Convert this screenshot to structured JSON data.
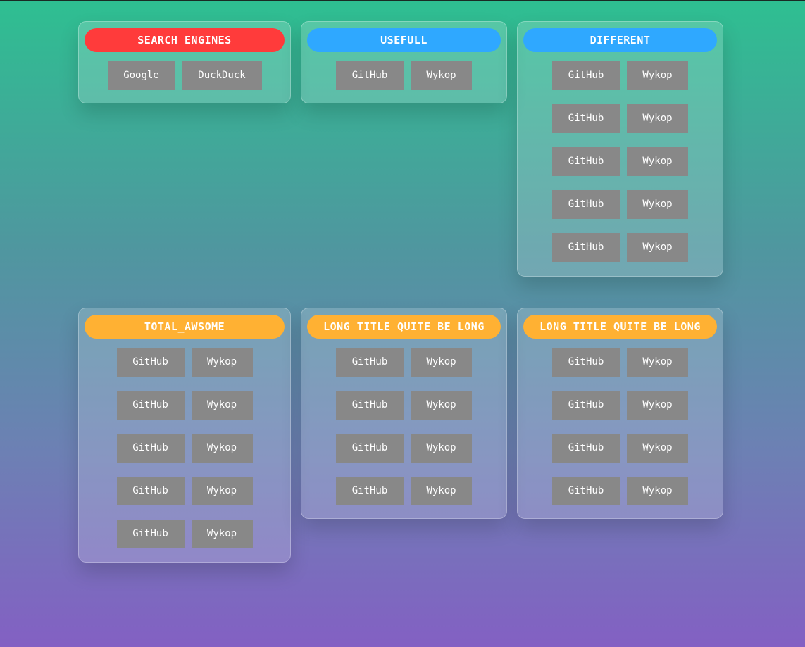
{
  "colors": {
    "red": "#ff3b3b",
    "blue": "#2fa8ff",
    "orange": "#ffb133",
    "button": "#888888"
  },
  "cards": [
    {
      "title": "SEARCH ENGINES",
      "color": "red",
      "rows": [
        [
          "Google",
          "DuckDuck"
        ]
      ]
    },
    {
      "title": "USEFULL",
      "color": "blue",
      "rows": [
        [
          "GitHub",
          "Wykop"
        ]
      ]
    },
    {
      "title": "DIFFERENT",
      "color": "blue",
      "rows": [
        [
          "GitHub",
          "Wykop"
        ],
        [
          "GitHub",
          "Wykop"
        ],
        [
          "GitHub",
          "Wykop"
        ],
        [
          "GitHub",
          "Wykop"
        ],
        [
          "GitHub",
          "Wykop"
        ]
      ]
    },
    {
      "title": "TOTAL_AWSOME",
      "color": "orange",
      "rows": [
        [
          "GitHub",
          "Wykop"
        ],
        [
          "GitHub",
          "Wykop"
        ],
        [
          "GitHub",
          "Wykop"
        ],
        [
          "GitHub",
          "Wykop"
        ],
        [
          "GitHub",
          "Wykop"
        ]
      ]
    },
    {
      "title": "LONG TITLE QUITE BE LONG",
      "color": "orange",
      "rows": [
        [
          "GitHub",
          "Wykop"
        ],
        [
          "GitHub",
          "Wykop"
        ],
        [
          "GitHub",
          "Wykop"
        ],
        [
          "GitHub",
          "Wykop"
        ]
      ]
    },
    {
      "title": "LONG TITLE QUITE BE LONG",
      "color": "orange",
      "rows": [
        [
          "GitHub",
          "Wykop"
        ],
        [
          "GitHub",
          "Wykop"
        ],
        [
          "GitHub",
          "Wykop"
        ],
        [
          "GitHub",
          "Wykop"
        ]
      ]
    }
  ]
}
